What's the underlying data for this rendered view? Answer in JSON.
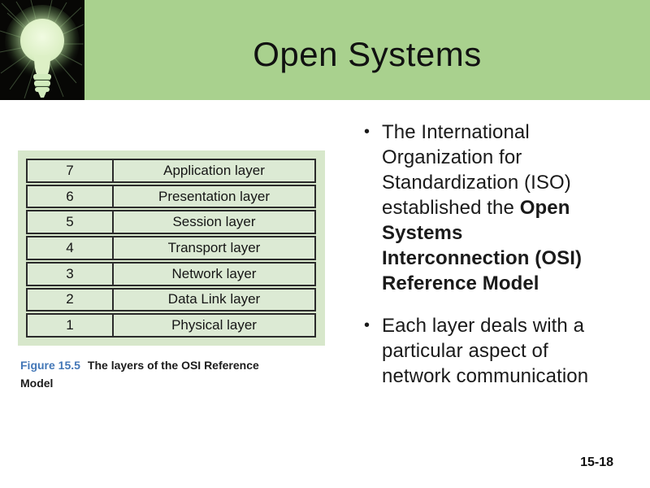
{
  "slide": {
    "title": "Open Systems",
    "page_number": "15-18",
    "bullet_char": "•"
  },
  "figure": {
    "caption_label": "Figure 15.5",
    "caption_text": "The layers of the OSI Reference Model",
    "table": {
      "columns": [
        "layer_number",
        "layer_name"
      ],
      "rows": [
        {
          "number": "7",
          "name": "Application layer"
        },
        {
          "number": "6",
          "name": "Presentation layer"
        },
        {
          "number": "5",
          "name": "Session layer"
        },
        {
          "number": "4",
          "name": "Transport layer"
        },
        {
          "number": "3",
          "name": "Network layer"
        },
        {
          "number": "2",
          "name": "Data Link layer"
        },
        {
          "number": "1",
          "name": "Physical layer"
        }
      ]
    }
  },
  "bullets": [
    {
      "normal": "The International Organization for Standardization (ISO) established the ",
      "bold": "Open Systems Interconnection (OSI) Reference Model"
    },
    {
      "normal": "Each layer deals with a particular aspect of network communication",
      "bold": ""
    }
  ],
  "icons": {
    "lightbulb": "glowing light bulb on black background"
  },
  "colors": {
    "header_green": "#a9d18e",
    "panel_green": "#d7e7cb",
    "cell_green": "#dcead4",
    "caption_blue": "#4377b7",
    "text_black": "#1a1a1a"
  }
}
